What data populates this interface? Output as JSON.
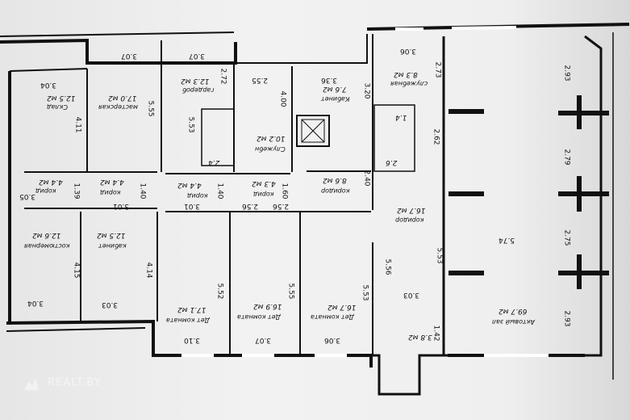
{
  "plan": {
    "rooms": [
      {
        "id": "sklad",
        "name": "Склад",
        "area": "12.5 м2"
      },
      {
        "id": "masterskaya",
        "name": "мастерская",
        "area": "17.0 м2"
      },
      {
        "id": "garderob",
        "name": "гардероб",
        "area": "12.3 м2"
      },
      {
        "id": "sluzhebn",
        "name": "Служебн",
        "area": "10.2 м2"
      },
      {
        "id": "kabinet-top",
        "name": "Кабинет",
        "area": "7.6 м2"
      },
      {
        "id": "sluzhebnaya",
        "name": "служебная",
        "area": "8.3 м2"
      },
      {
        "id": "korid-1",
        "name": "корид",
        "area": "4.4 м2"
      },
      {
        "id": "korid-2",
        "name": "корид",
        "area": "4.4 м2"
      },
      {
        "id": "korid-3",
        "name": "корид",
        "area": "4.4 м2"
      },
      {
        "id": "korid-4",
        "name": "корид",
        "area": "4.3 м2"
      },
      {
        "id": "koridor-1",
        "name": "коридор",
        "area": "8.6 м2"
      },
      {
        "id": "koridor-2",
        "name": "коридор",
        "area": "16.7 м2"
      },
      {
        "id": "kostyumernaya",
        "name": "костюмерная",
        "area": "12.6 м2"
      },
      {
        "id": "kabinet-mid",
        "name": "кабинет",
        "area": "12.5 м2"
      },
      {
        "id": "det-1",
        "name": "Дет комната",
        "area": "17.1 м2"
      },
      {
        "id": "det-2",
        "name": "Дет комната",
        "area": "16.9 м2"
      },
      {
        "id": "det-3",
        "name": "Дет комната",
        "area": "16.7 м2"
      },
      {
        "id": "aktovyi",
        "name": "Актовый зал",
        "area": "69.7 м2"
      },
      {
        "id": "wc-1",
        "name": "",
        "area": "2.4"
      },
      {
        "id": "wc-2",
        "name": "",
        "area": "1.4"
      },
      {
        "id": "wc-3",
        "name": "",
        "area": "2.6"
      },
      {
        "id": "vestibule",
        "name": "",
        "area": "3.8 м2"
      }
    ],
    "dimensions": [
      "3.07",
      "3.07",
      "2.72",
      "2.55",
      "3.36",
      "3.06",
      "2.73",
      "2.93",
      "3.04",
      "4.11",
      "5.55",
      "5.53",
      "4.00",
      "3.20",
      "2.62",
      "2.79",
      "3.05",
      "1.39",
      "1.40",
      "1.40",
      "1.60",
      "2.40",
      "3.01",
      "3.01",
      "2.56",
      "2.56",
      "5.74",
      "2.75",
      "4.15",
      "4.14",
      "5.52",
      "5.55",
      "5.53",
      "5.56",
      "5.53",
      "3.03",
      "3.04",
      "3.03",
      "3.10",
      "3.07",
      "3.06",
      "1.42",
      "2.93"
    ]
  },
  "watermark": "REALT.BY"
}
